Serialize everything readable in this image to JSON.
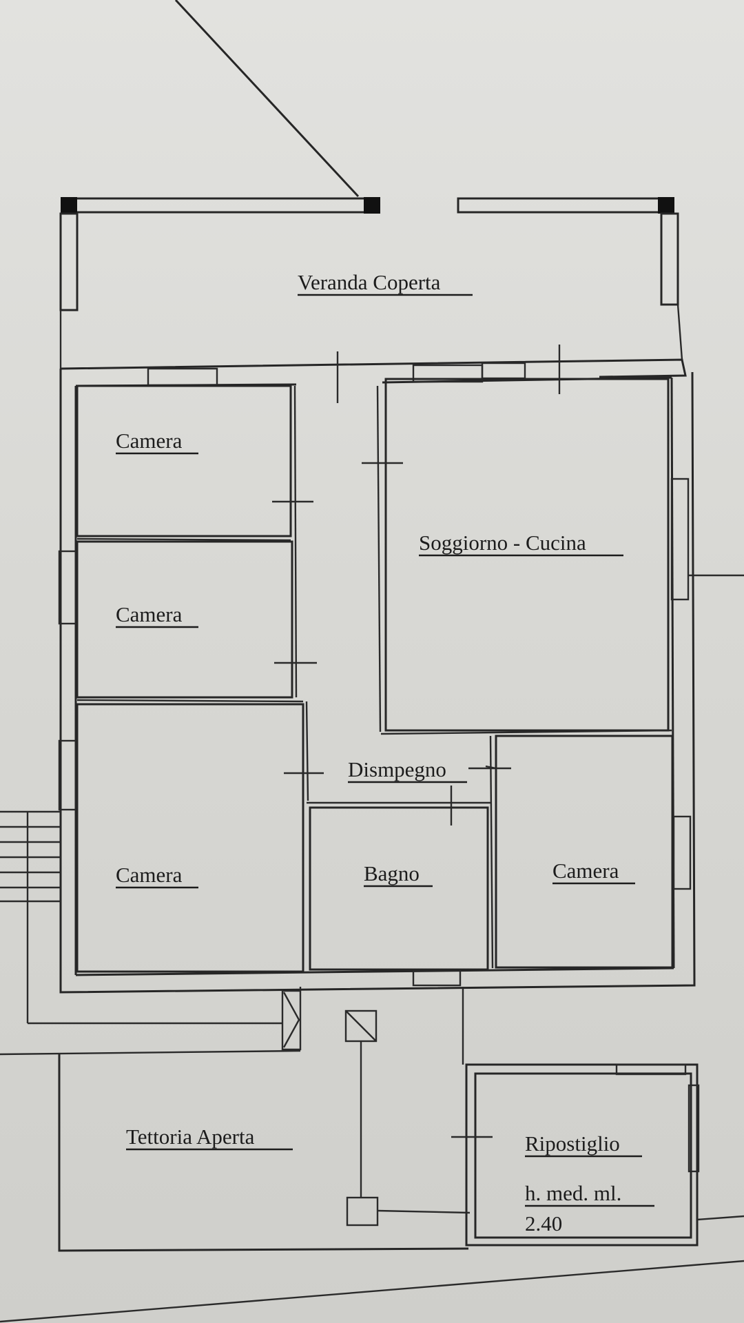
{
  "rooms": {
    "veranda": "Veranda Coperta",
    "camera_1": "Camera",
    "camera_2": "Camera",
    "camera_3": "Camera",
    "camera_4": "Camera",
    "soggiorno": "Soggiorno - Cucina",
    "disimpegno": "Dismpegno",
    "bagno": "Bagno",
    "tettoria": "Tettoria Aperta",
    "ripostiglio": "Ripostiglio",
    "ripostiglio_height_label": "h. med. ml.",
    "ripostiglio_height_value": "2.40"
  },
  "colors": {
    "paper": "#dcdcd9",
    "ink": "#262626"
  }
}
